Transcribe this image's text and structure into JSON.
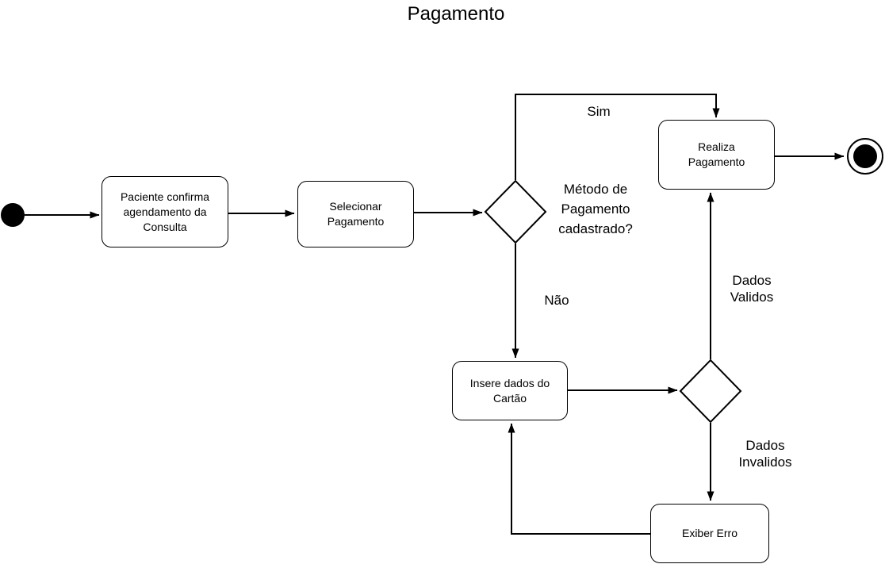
{
  "title": "Pagamento",
  "nodes": {
    "confirm": {
      "label": "Paciente confirma agendamento da Consulta"
    },
    "select": {
      "label": "Selecionar Pagamento"
    },
    "pay": {
      "label": "Realiza Pagamento"
    },
    "card": {
      "label": "Insere dados do Cartão"
    },
    "error": {
      "label": "Exiber Erro"
    }
  },
  "decisions": {
    "method": {
      "question": "Método de Pagamento cadastrado?"
    }
  },
  "edge_labels": {
    "yes": "Sim",
    "no": "Não",
    "valid": "Dados Validos",
    "invalid": "Dados Invalidos"
  },
  "colors": {
    "stroke": "#000000",
    "fill": "#ffffff",
    "text": "#000000"
  }
}
